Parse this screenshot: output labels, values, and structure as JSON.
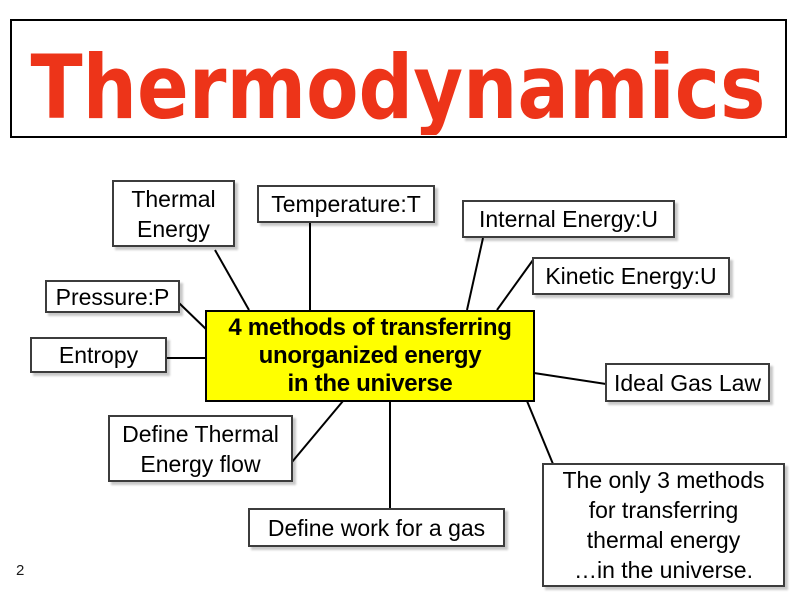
{
  "slide": {
    "page_number": "2",
    "title": {
      "text": "Thermodynamics",
      "color": "#ed3419"
    },
    "center_node": {
      "label": "4 methods of transferring\nunorganized energy\nin the universe",
      "bg_color": "#ffff00",
      "border_color": "#000000"
    },
    "nodes": [
      {
        "id": "thermal-energy",
        "label": "Thermal\nEnergy"
      },
      {
        "id": "temperature",
        "label": "Temperature:T"
      },
      {
        "id": "internal-energy",
        "label": "Internal Energy:U"
      },
      {
        "id": "kinetic-energy",
        "label": "Kinetic Energy:U"
      },
      {
        "id": "pressure",
        "label": "Pressure:P"
      },
      {
        "id": "entropy",
        "label": "Entropy"
      },
      {
        "id": "ideal-gas-law",
        "label": "Ideal Gas Law"
      },
      {
        "id": "define-thermal-energy-flow",
        "label": "Define Thermal\nEnergy flow"
      },
      {
        "id": "define-work-for-a-gas",
        "label": "Define work for a gas"
      },
      {
        "id": "three-methods",
        "label": "The only 3 methods\nfor transferring\nthermal energy\n…in the universe."
      }
    ],
    "connections": [
      {
        "from": "center",
        "to": "thermal-energy"
      },
      {
        "from": "center",
        "to": "temperature"
      },
      {
        "from": "center",
        "to": "internal-energy"
      },
      {
        "from": "center",
        "to": "kinetic-energy"
      },
      {
        "from": "center",
        "to": "pressure"
      },
      {
        "from": "center",
        "to": "entropy"
      },
      {
        "from": "center",
        "to": "ideal-gas-law"
      },
      {
        "from": "center",
        "to": "define-thermal-energy-flow"
      },
      {
        "from": "center",
        "to": "define-work-for-a-gas"
      },
      {
        "from": "center",
        "to": "three-methods"
      }
    ],
    "line_color": "#000000"
  }
}
